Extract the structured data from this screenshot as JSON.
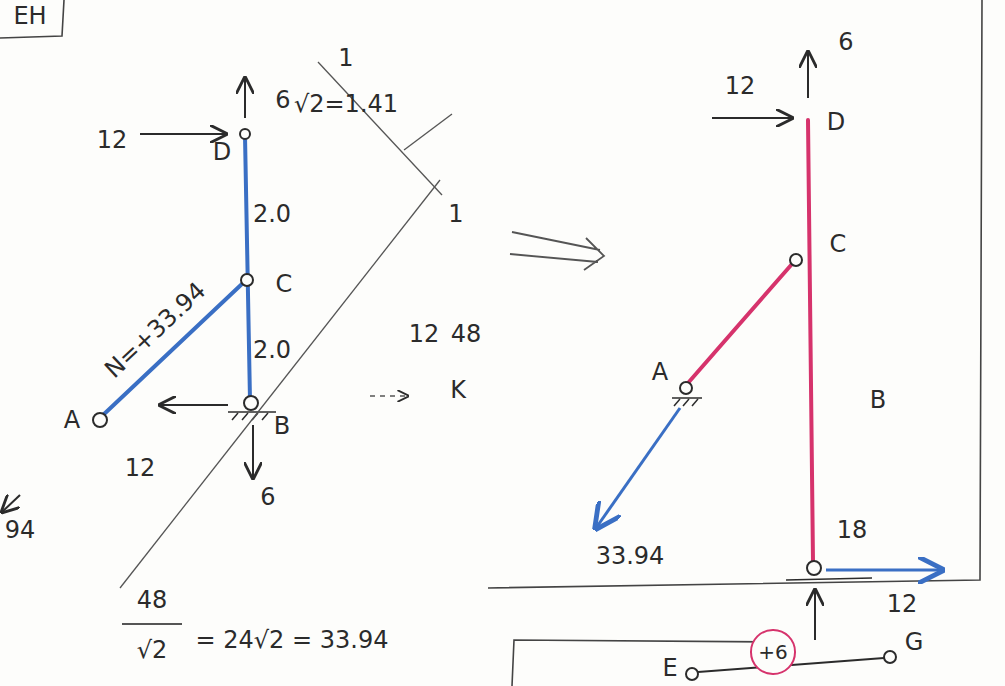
{
  "diagram": {
    "nodes": [
      {
        "text": [
          "+6"
        ]
      }
    ],
    "labels": [
      "EH",
      "6",
      "12",
      "D",
      "2.0",
      "C",
      "2.0",
      "N=+33.94",
      "A",
      "B",
      "12",
      "6",
      "94",
      "√2=1.41",
      "1",
      "1",
      "12",
      "48",
      "K",
      "48",
      "√2",
      "= 24√2 = 33.94",
      "6",
      "12",
      "D",
      "C",
      "A",
      "B",
      "12",
      "18",
      "33.94",
      "E",
      "G"
    ]
  }
}
